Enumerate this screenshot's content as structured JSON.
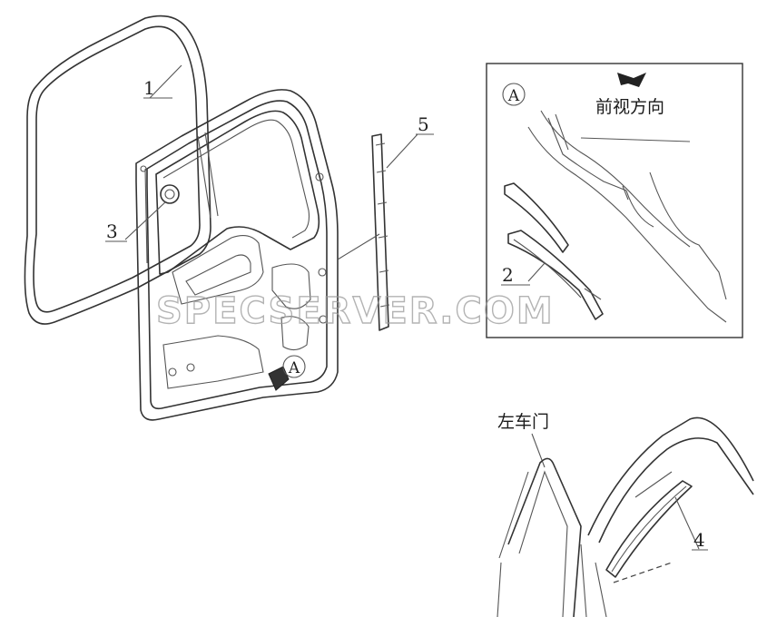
{
  "diagram": {
    "callouts": {
      "part_1": "1",
      "part_2": "2",
      "part_3": "3",
      "part_4": "4",
      "part_5": "5",
      "detail_a_marker": "A",
      "detail_a_inset_marker": "A"
    },
    "inset_direction_label": "前视方向",
    "left_door_label": "左车门",
    "watermark": "SPECSERVER.COM"
  }
}
